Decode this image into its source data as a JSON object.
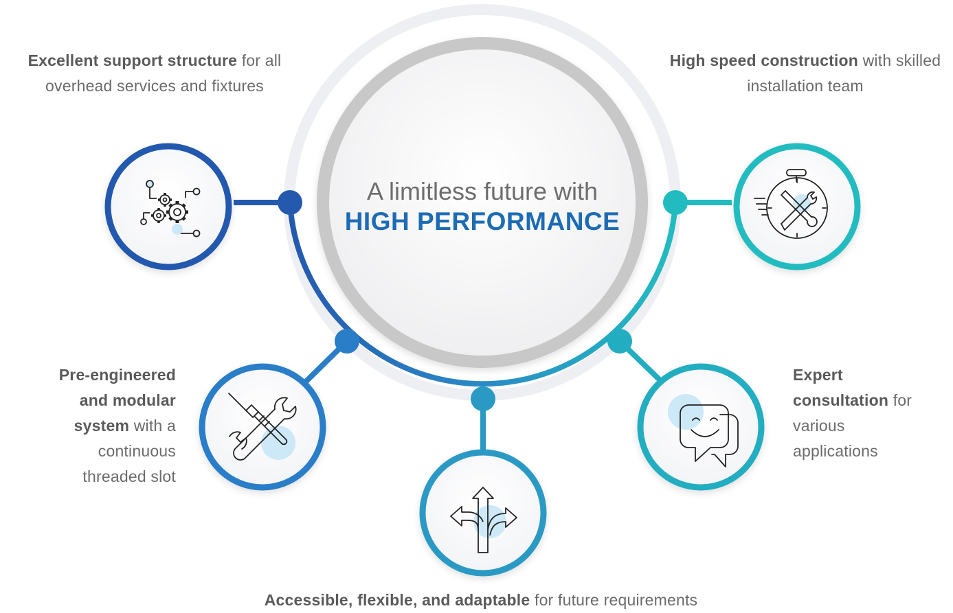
{
  "center": {
    "line1": "A limitless future with",
    "line2": "HIGH PERFORMANCE"
  },
  "features": [
    {
      "icon": "gears-icon",
      "bold": "Excellent support structure",
      "rest": " for all overhead services and fixtures"
    },
    {
      "icon": "stopwatch-tools-icon",
      "bold": "High speed construction",
      "rest": " with skilled installation team"
    },
    {
      "icon": "screwdriver-wrench-icon",
      "bold": "Pre-engineered and modular system",
      "rest": " with a continuous threaded slot"
    },
    {
      "icon": "branching-arrows-icon",
      "bold": "Accessible, flexible, and adaptable",
      "rest": " for future requirements"
    },
    {
      "icon": "chat-bubbles-icon",
      "bold": "Expert consultation",
      "rest": " for various applications"
    }
  ],
  "colors": {
    "blue_dark": "#2459ad",
    "blue_mid": "#2a80c9",
    "teal": "#22b9c0",
    "title_blue": "#1d6bb3",
    "ring_grey": "#c8c8c8",
    "halo_grey": "#eeeff2"
  }
}
